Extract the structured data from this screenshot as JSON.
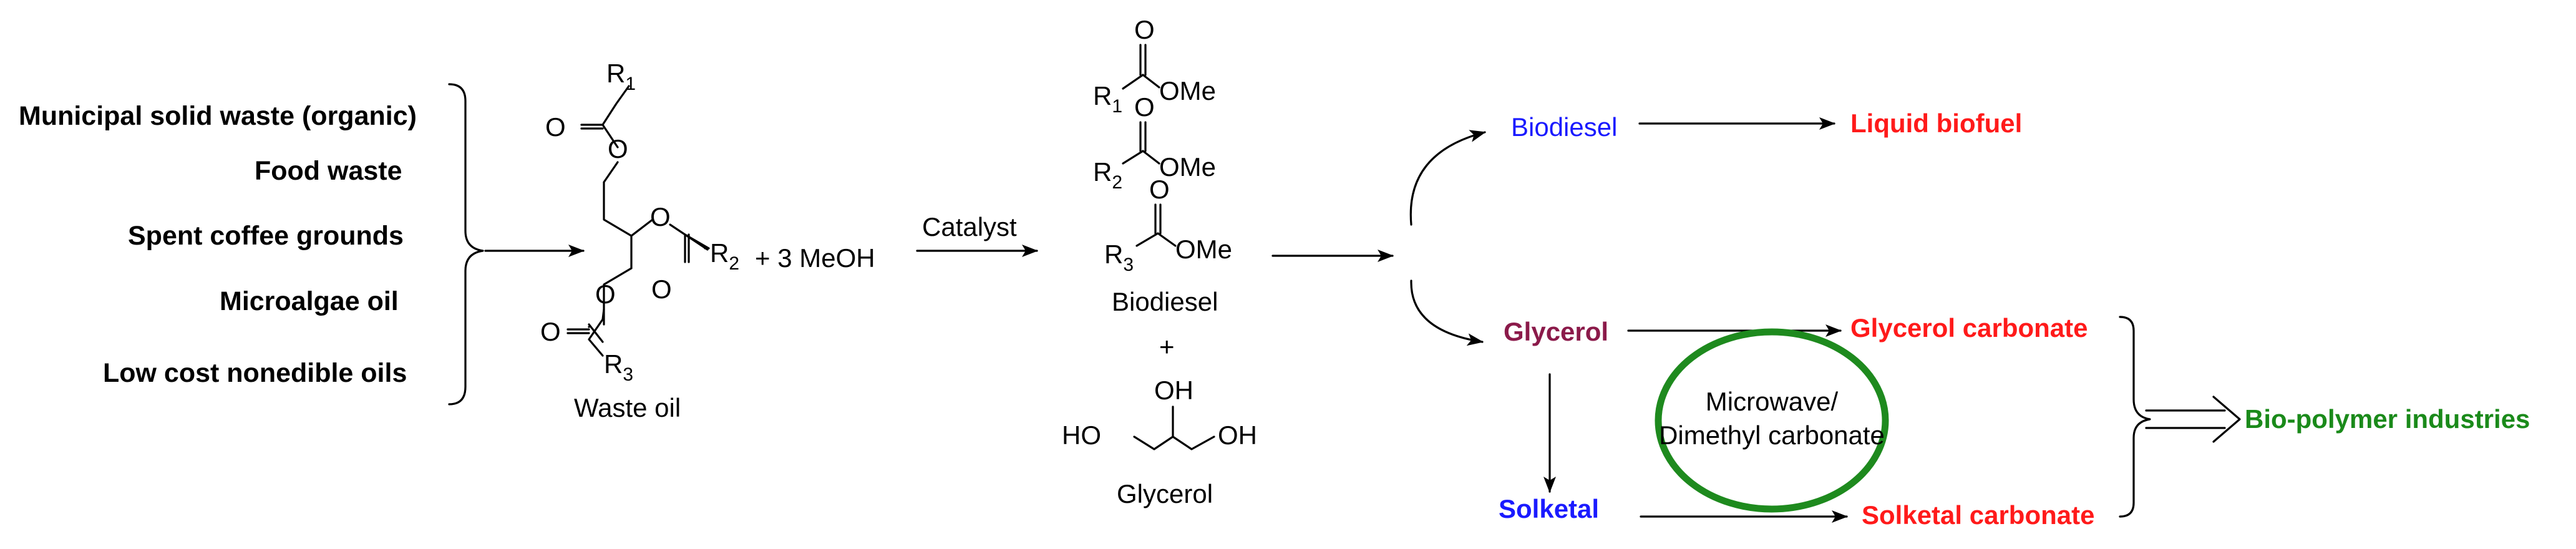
{
  "sources": {
    "municipal": "Municipal solid waste (organic)",
    "food": "Food waste",
    "coffee": "Spent coffee grounds",
    "microalgae": "Microalgae oil",
    "nonedible": "Low cost nonedible oils"
  },
  "triglyceride": {
    "r1": "R",
    "r1_sub": "1",
    "r2": "R",
    "r2_sub": "2",
    "r3": "R",
    "r3_sub": "3",
    "o": "O",
    "o_carbonyl": "O",
    "reagent": "+ 3 MeOH",
    "caption": "Waste oil"
  },
  "reaction": {
    "catalyst": "Catalyst"
  },
  "products": {
    "ome": "OMe",
    "o": "O",
    "r1": "R",
    "r1_sub": "1",
    "r2": "R",
    "r2_sub": "2",
    "r3": "R",
    "r3_sub": "3",
    "biodiesel_caption": "Biodiesel",
    "plus": "+",
    "oh": "OH",
    "ho": "HO",
    "glycerol_caption": "Glycerol"
  },
  "pathways": {
    "biodiesel": "Biodiesel",
    "liquid_biofuel": "Liquid biofuel",
    "glycerol": "Glycerol",
    "glycerol_carbonate": "Glycerol carbonate",
    "solketal": "Solketal",
    "solketal_carbonate": "Solketal carbonate",
    "conditions_line1": "Microwave/",
    "conditions_line2": "Dimethyl carbonate",
    "bio_polymer": "Bio-polymer industries"
  },
  "colors": {
    "biodiesel": "#1a1aff",
    "liquid_biofuel": "#ff1a1a",
    "glycerol": "#8b1a4a",
    "glycerol_carbonate": "#ff1a1a",
    "solketal": "#1a1aff",
    "solketal_carbonate": "#ff1a1a",
    "bio_polymer": "#1a8a1a",
    "ellipse": "#1e8a1e",
    "ink": "#000000"
  }
}
